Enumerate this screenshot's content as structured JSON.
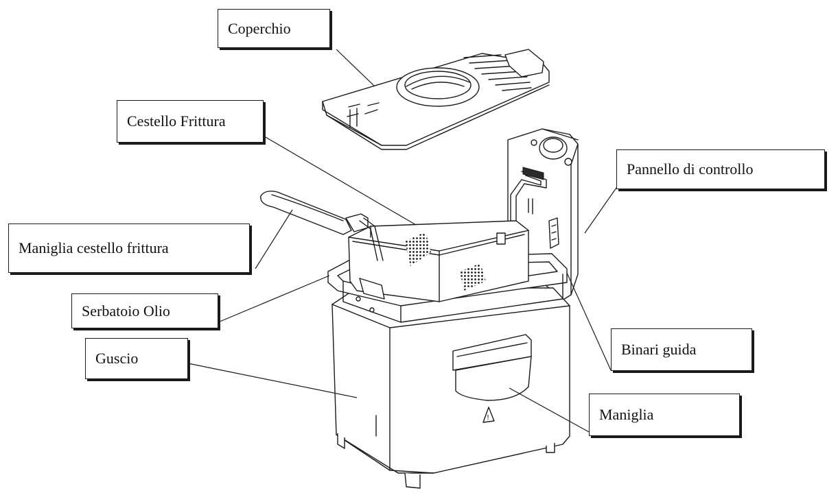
{
  "labels": {
    "lid": "Coperchio",
    "basket": "Cestello Frittura",
    "basket_handle": "Maniglia cestello frittura",
    "oil_tank": "Serbatoio Olio",
    "shell": "Guscio",
    "control_panel": "Pannello di controllo",
    "guide_rails": "Binari guida",
    "handle": "Maniglia"
  },
  "colors": {
    "line": "#1a1a1a",
    "background": "#ffffff"
  }
}
